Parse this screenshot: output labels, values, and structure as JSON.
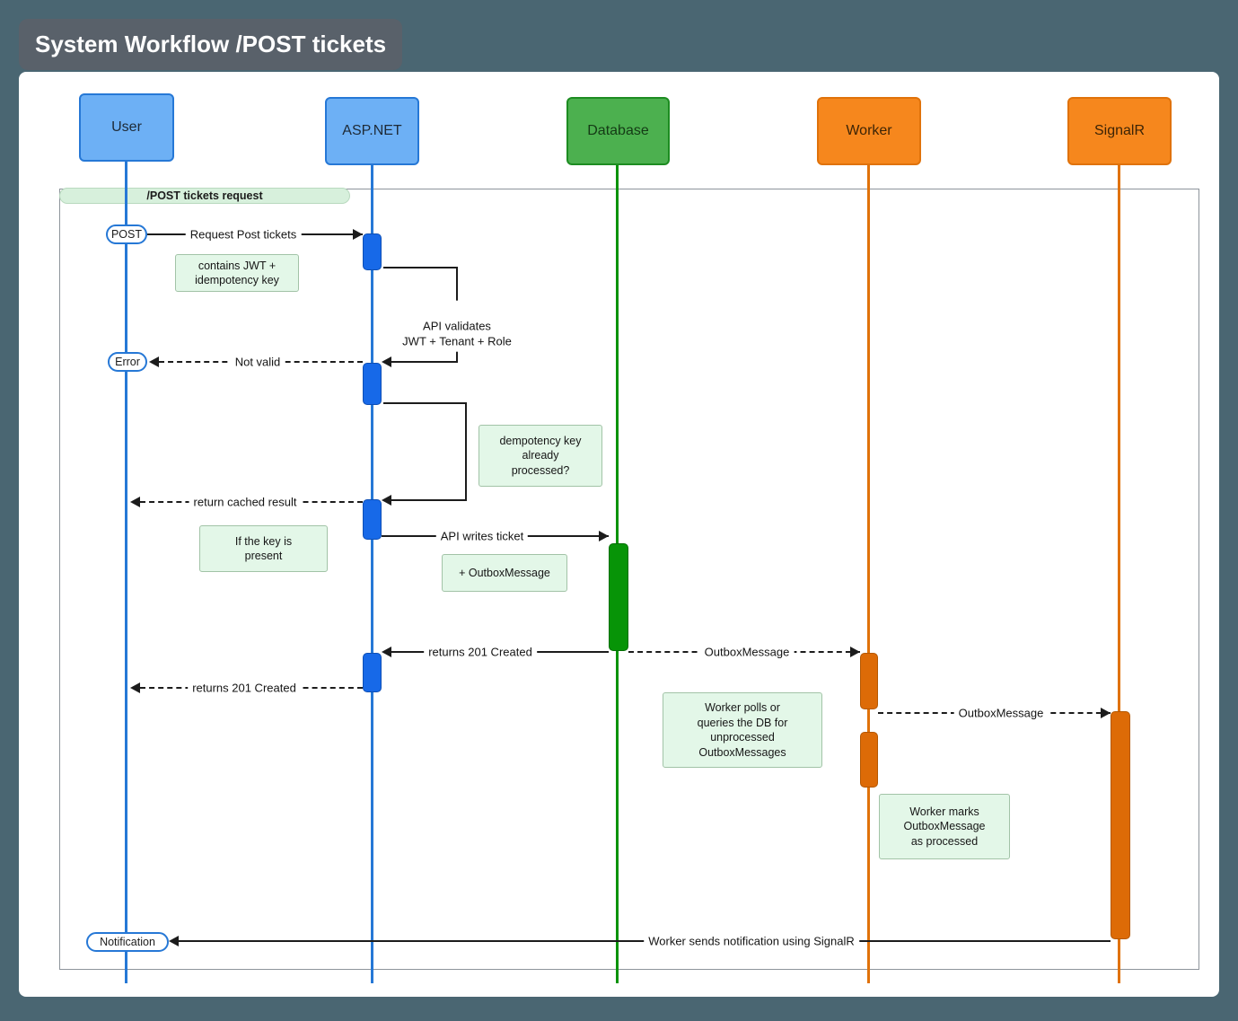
{
  "title": "System Workflow /POST tickets",
  "frame": {
    "label": "/POST tickets request"
  },
  "actors": {
    "user": "User",
    "aspnet": "ASP.NET",
    "database": "Database",
    "worker": "Worker",
    "signalr": "SignalR"
  },
  "pills": {
    "post": "POST",
    "error": "Error",
    "notification": "Notification"
  },
  "messages": {
    "request_post_tickets": "Request Post tickets",
    "api_validates": "API validates\nJWT + Tenant + Role",
    "not_valid": "Not valid",
    "return_cached_result": "return cached result",
    "api_writes_ticket": "API writes ticket",
    "returns_201_db_to_api": "returns 201 Created",
    "outbox_db_to_worker": "OutboxMessage",
    "returns_201_api_to_user": "returns 201 Created",
    "outbox_worker_to_signalr": "OutboxMessage",
    "notification_via_signalr": "Worker sends notification using SignalR"
  },
  "notes": {
    "jwt_key": "contains JWT +\nidempotency key",
    "idempotency_check": "dempotency key\nalready\nprocessed?",
    "key_present": "If the key is\npresent",
    "outbox_message": "+ OutboxMessage",
    "worker_polls": "Worker polls or\nqueries the DB for\nunprocessed\nOutboxMessages",
    "worker_marks": "Worker marks\nOutboxMessage\nas processed"
  },
  "colors": {
    "page_background": "#4a6672",
    "actor_blue_fill": "#6db0f5",
    "actor_blue_border": "#2678d6",
    "actor_green_fill": "#4cb04f",
    "actor_orange_fill": "#f6871d",
    "activation_blue": "#1769e8",
    "activation_green": "#079407",
    "activation_orange": "#dd6b07",
    "note_fill": "#e3f7e8",
    "frame_label_fill": "#d7f0dc"
  }
}
